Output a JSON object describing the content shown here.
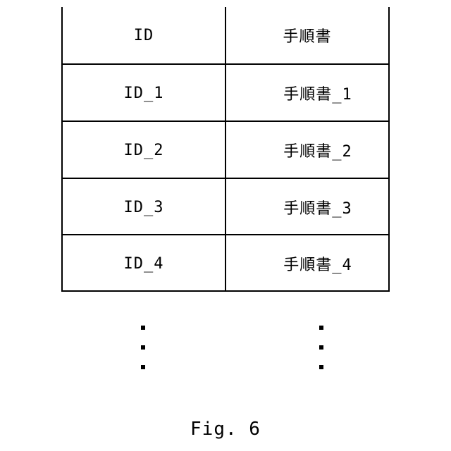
{
  "table": {
    "headers": [
      "ID",
      "手順書"
    ],
    "rows": [
      [
        "ID_1",
        "手順書_1"
      ],
      [
        "ID_2",
        "手順書_2"
      ],
      [
        "ID_3",
        "手順書_3"
      ],
      [
        "ID_4",
        "手順書_4"
      ]
    ]
  },
  "caption": "Fig. 6"
}
